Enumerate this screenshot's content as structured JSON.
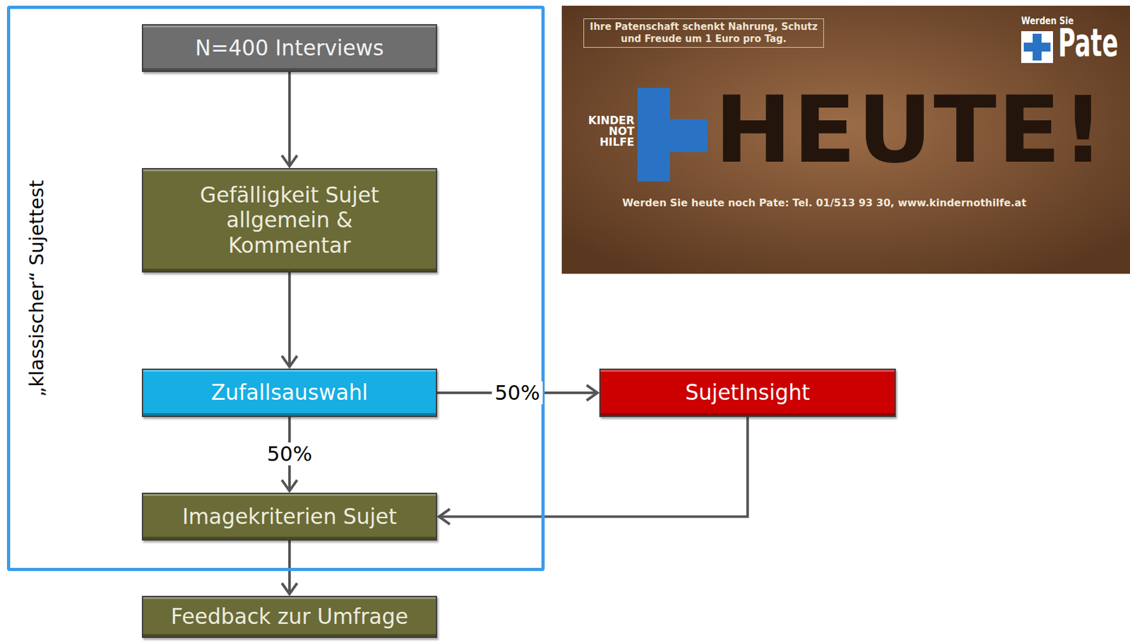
{
  "diagram": {
    "nodes": [
      {
        "text": [
          "„klassischer“ Sujettest"
        ]
      },
      {
        "text": [
          "N=400 Interviews"
        ],
        "in": 0
      },
      {
        "text": [
          "Gefälligkeit Sujet allgemein & Kommentar"
        ],
        "in": 0
      },
      {
        "text": [
          "Zufallsauswahl"
        ],
        "in": 0
      },
      {
        "text": [
          "SujetInsight"
        ]
      },
      {
        "text": [
          "Imagekriterien Sujet"
        ],
        "in": 0
      },
      {
        "text": [
          "Feedback zur Umfrage"
        ]
      }
    ],
    "edges": [
      {
        "from": 1,
        "to": 2,
        "arrow": "to"
      },
      {
        "from": 2,
        "to": 3,
        "arrow": "to"
      },
      {
        "from": 3,
        "to": 4,
        "label": "50%",
        "arrow": "to"
      },
      {
        "from": 3,
        "to": 5,
        "label": "50%",
        "arrow": "to"
      },
      {
        "from": 4,
        "to": 5,
        "arrow": "to"
      },
      {
        "from": 5,
        "to": 6,
        "arrow": "to"
      }
    ],
    "labels": [
      "Ihre Patenschaft schenkt Nahrung, Schutz und Freude um 1 Euro pro Tag.",
      "Werden Sie",
      "Pate",
      "KINDER NOT HILFE",
      "HEUTE!",
      "Werden Sie heute noch Pate: Tel. 01/513 93 30, www.kindernothilfe.at"
    ]
  }
}
